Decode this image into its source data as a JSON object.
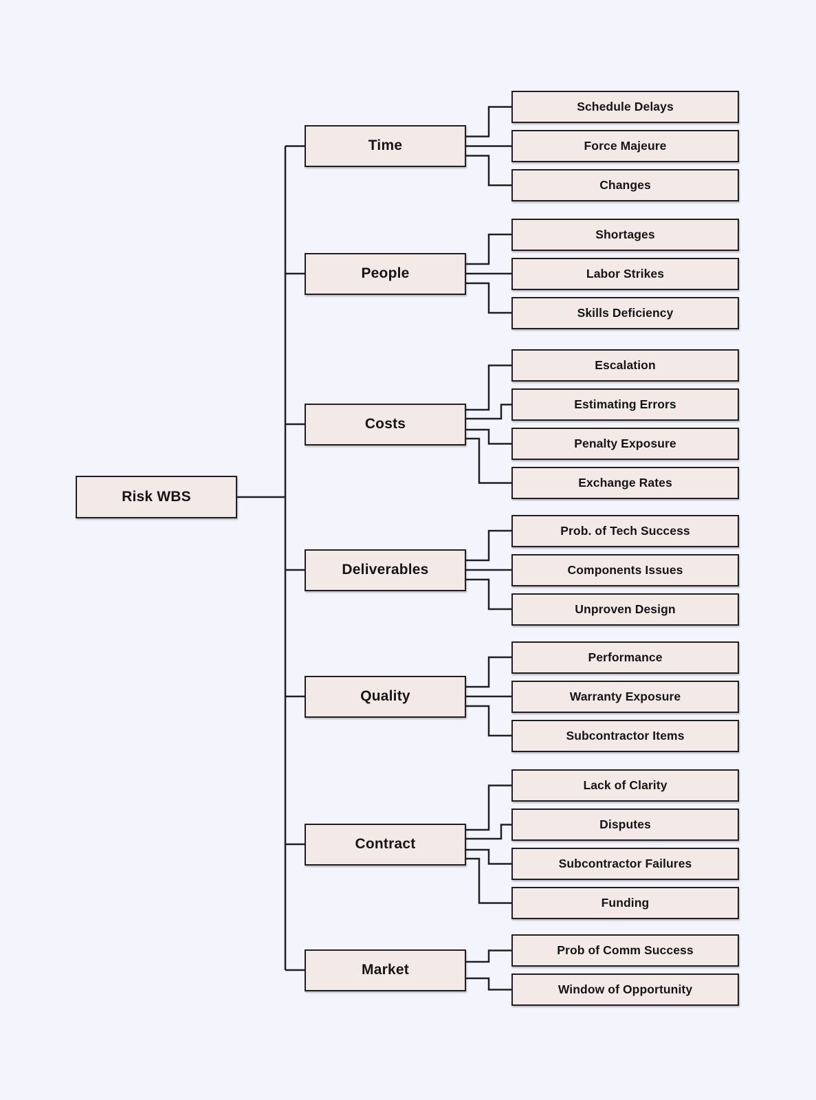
{
  "diagram": {
    "type": "work-breakdown-structure-tree",
    "root": {
      "label": "Risk WBS"
    },
    "branches": [
      {
        "label": "Time",
        "children": [
          "Schedule Delays",
          "Force Majeure",
          "Changes"
        ]
      },
      {
        "label": "People",
        "children": [
          "Shortages",
          "Labor Strikes",
          "Skills Deficiency"
        ]
      },
      {
        "label": "Costs",
        "children": [
          "Escalation",
          "Estimating Errors",
          "Penalty Exposure",
          "Exchange Rates"
        ]
      },
      {
        "label": "Deliverables",
        "children": [
          "Prob. of Tech Success",
          "Components Issues",
          "Unproven Design"
        ]
      },
      {
        "label": "Quality",
        "children": [
          "Performance",
          "Warranty Exposure",
          "Subcontractor Items"
        ]
      },
      {
        "label": "Contract",
        "children": [
          "Lack of Clarity",
          "Disputes",
          "Subcontractor Failures",
          "Funding"
        ]
      },
      {
        "label": "Market",
        "children": [
          "Prob of Comm Success",
          "Window of Opportunity"
        ]
      }
    ],
    "colors": {
      "background": "#f4f5fc",
      "node_fill": "#f3e9e7",
      "node_border": "#1f1f1f",
      "connector": "#1f1f1f",
      "text": "#151515"
    }
  }
}
